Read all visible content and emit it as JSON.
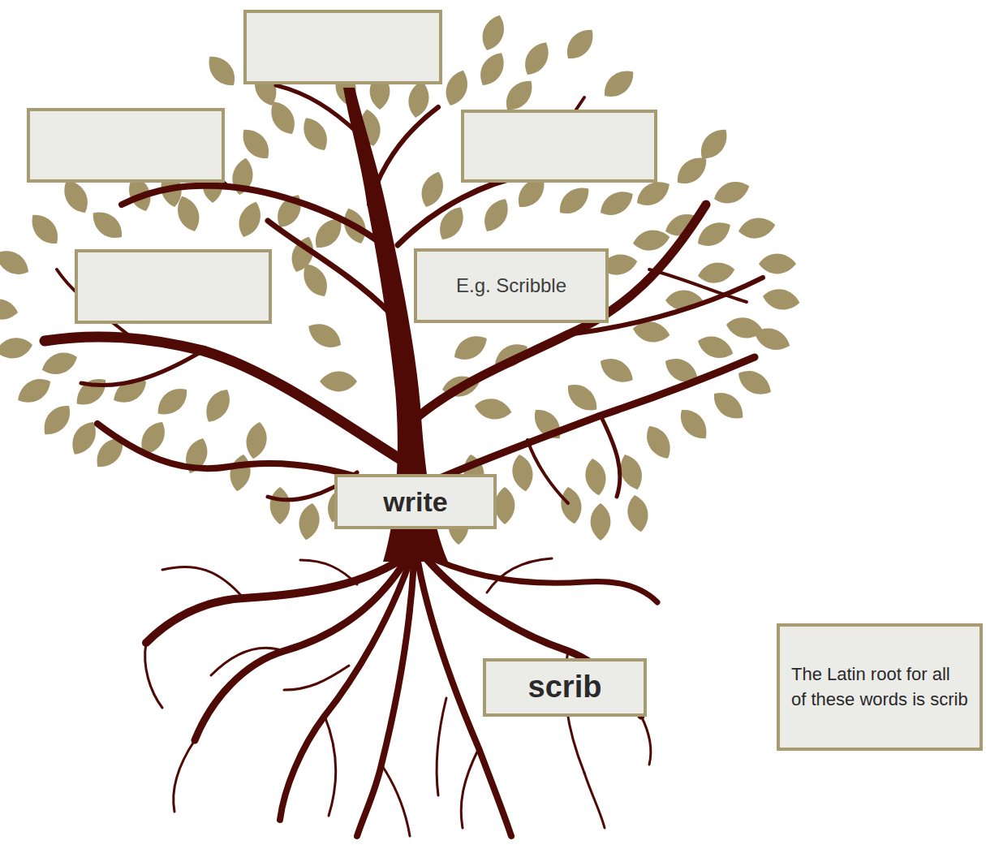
{
  "diagram": {
    "nodes": [
      {
        "text": [
          "E.g. Scribble"
        ]
      },
      {
        "text": [
          "write"
        ]
      },
      {
        "text": [
          "scrib"
        ]
      },
      {
        "text": [
          "The Latin root for all of these words is scrib"
        ]
      }
    ]
  }
}
